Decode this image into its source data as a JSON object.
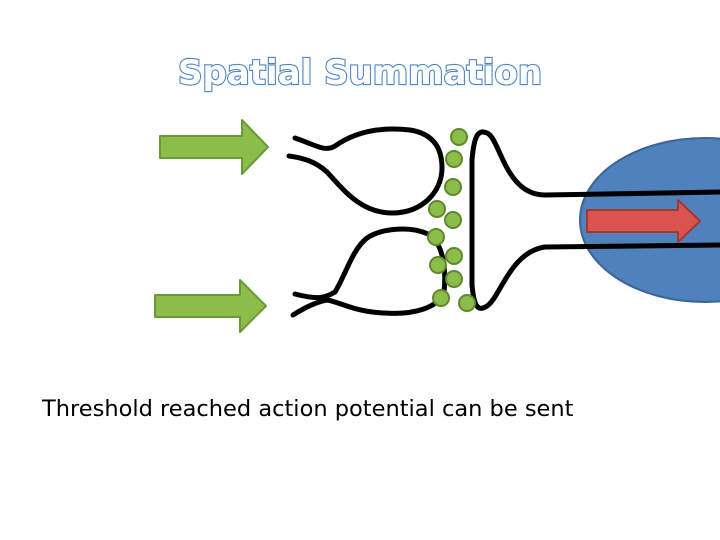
{
  "title": "Spatial Summation",
  "caption": "Threshold reached action potential can be sent",
  "colors": {
    "input_arrow_fill": "#8cbc4a",
    "input_arrow_stroke": "#6a9a34",
    "output_arrow_fill": "#d9534f",
    "output_arrow_stroke": "#a23a34",
    "cell_body_fill": "#4f81bd",
    "cell_body_stroke": "#3a6595",
    "neurotransmitter_fill": "#8cbc4a",
    "neurotransmitter_stroke": "#5e8a2c",
    "title_outline": "#4f86c6"
  },
  "icons": {
    "input_arrow": "right-arrow-icon",
    "output_arrow": "right-arrow-icon"
  },
  "counts": {
    "presynaptic_terminals": 2,
    "neurotransmitter_dots": 11
  }
}
